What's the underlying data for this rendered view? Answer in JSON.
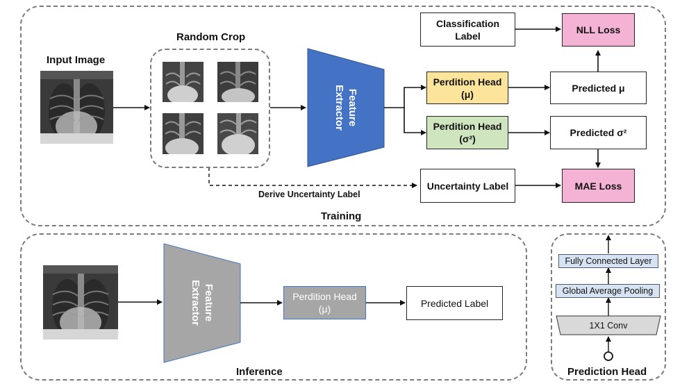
{
  "training": {
    "title": "Training",
    "input_label": "Input Image",
    "crop_label": "Random Crop",
    "feature_extractor": [
      "Feature",
      "Extractor"
    ],
    "head_mu": {
      "line1": "Perdition Head",
      "line2": "(μ)",
      "color": "#fce49a"
    },
    "head_sigma": {
      "line1": "Perdition Head",
      "line2": "(σ²)",
      "color": "#cfe5c0"
    },
    "predicted_mu": "Predicted μ",
    "predicted_sigma": "Predicted σ²",
    "classification_label": [
      "Classification",
      "Label"
    ],
    "nll_loss": "NLL Loss",
    "uncertainty_label": "Uncertainty Label",
    "mae_loss": "MAE Loss",
    "derive_text": "Derive Uncertainty Label",
    "extractor_color": "#4472c4",
    "loss_color": "#f4b3d5"
  },
  "inference": {
    "title": "Inference",
    "feature_extractor": [
      "Feature",
      "Extractor"
    ],
    "head": {
      "line1": "Perdition Head",
      "line2": "(μ)",
      "color": "#a6a6a6"
    },
    "predicted_label": "Predicted Label",
    "extractor_color": "#a6a6a6"
  },
  "prediction_head": {
    "title": "Prediction Head",
    "layers": [
      "Fully Connected Layer",
      "Global Average Pooling",
      "1X1 Conv"
    ],
    "layer_color": "#d7e3f2",
    "conv_color": "#d9d9d9"
  }
}
